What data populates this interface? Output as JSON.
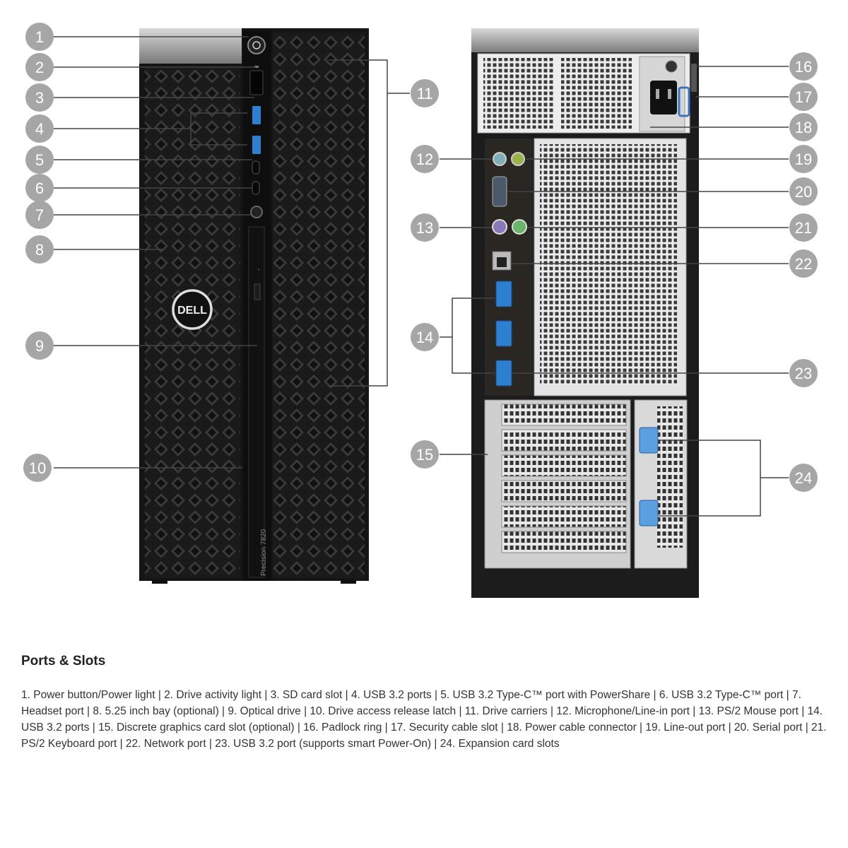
{
  "diagram": {
    "front_logo": "DELL",
    "front_model": "Precision 7820",
    "callouts": [
      "1",
      "2",
      "3",
      "4",
      "5",
      "6",
      "7",
      "8",
      "9",
      "10",
      "11",
      "12",
      "13",
      "14",
      "15",
      "16",
      "17",
      "18",
      "19",
      "20",
      "21",
      "22",
      "23",
      "24"
    ]
  },
  "legend": {
    "title": "Ports & Slots",
    "text": "1. Power button/Power light | 2. Drive activity light | 3. SD card slot | 4. USB 3.2 ports | 5. USB 3.2 Type-C™ port with PowerShare | 6. USB 3.2 Type-C™ port | 7. Headset port | 8. 5.25 inch bay (optional) | 9. Optical drive | 10. Drive access release latch | 11. Drive carriers | 12. Microphone/Line-in port | 13. PS/2 Mouse port | 14. USB 3.2 ports | 15. Discrete graphics card slot (optional) | 16. Padlock ring | 17. Security cable slot | 18. Power cable connector | 19. Line-out port | 20. Serial port | 21. PS/2 Keyboard port | 22. Network port | 23. USB 3.2 port (supports smart Power-On) | 24. Expansion card slots"
  },
  "colors": {
    "callout_fill": "#a6a6a6",
    "chassis": "#1c1c1c",
    "usb_blue": "#2f7fd1",
    "audio_green": "#9bb24a",
    "audio_pink": "#7fb0b8",
    "ps2_purple": "#8a78b8",
    "ps2_green": "#6ab56a",
    "latch_blue": "#5a9fe0"
  }
}
